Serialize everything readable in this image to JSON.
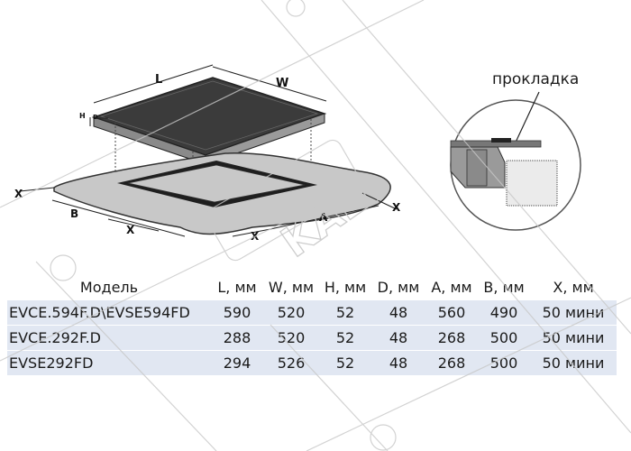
{
  "diagram": {
    "labels": {
      "L_top": "L",
      "W_top": "W",
      "H": "H",
      "D": "D",
      "B": "B",
      "A": "A",
      "X_left": "X",
      "X_bottom_left": "X",
      "X_bottom": "X",
      "X_right": "X"
    },
    "callout": "прокладка",
    "colors": {
      "hob_top": "#3b3b3b",
      "countertop": "#c8c8c8",
      "cutout": "#1f1f1f",
      "seal": "#777777"
    }
  },
  "table": {
    "headers": [
      "Модель",
      "L, мм",
      "W, мм",
      "H, мм",
      "D, мм",
      "A, мм",
      "B, мм",
      "X, мм"
    ],
    "rows": [
      [
        "EVCE.594F.D\\EVSE594FD",
        "590",
        "520",
        "52",
        "48",
        "560",
        "490",
        "50 мини"
      ],
      [
        "EVCE.292F.D",
        "288",
        "520",
        "52",
        "48",
        "268",
        "500",
        "50 мини"
      ],
      [
        "EVSE292FD",
        "294",
        "526",
        "52",
        "48",
        "268",
        "500",
        "50 мини"
      ]
    ]
  },
  "watermark": "KALI"
}
